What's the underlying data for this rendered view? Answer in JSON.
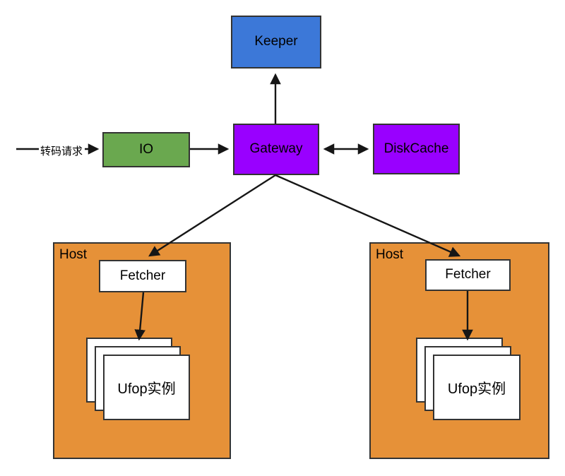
{
  "diagram": {
    "input_label": "转码请求",
    "nodes": {
      "keeper": {
        "label": "Keeper",
        "fill": "#3c78d8"
      },
      "io": {
        "label": "IO",
        "fill": "#6aa84f"
      },
      "gateway": {
        "label": "Gateway",
        "fill": "#9900ff"
      },
      "diskcache": {
        "label": "DiskCache",
        "fill": "#9900ff"
      },
      "host_left": {
        "label": "Host",
        "fill": "#e69138"
      },
      "host_right": {
        "label": "Host",
        "fill": "#e69138"
      },
      "fetcher_left": {
        "label": "Fetcher",
        "fill": "#ffffff"
      },
      "fetcher_right": {
        "label": "Fetcher",
        "fill": "#ffffff"
      },
      "ufop_left": {
        "label": "Ufop实例",
        "fill": "#ffffff",
        "stack_count": 3
      },
      "ufop_right": {
        "label": "Ufop实例",
        "fill": "#ffffff",
        "stack_count": 3
      }
    },
    "edges": [
      {
        "from": "转码请求",
        "to": "IO",
        "type": "arrow"
      },
      {
        "from": "IO",
        "to": "Gateway",
        "type": "arrow"
      },
      {
        "from": "Gateway",
        "to": "Keeper",
        "type": "arrow"
      },
      {
        "from": "Gateway",
        "to": "DiskCache",
        "type": "double-arrow"
      },
      {
        "from": "Gateway",
        "to": "Fetcher (left host)",
        "type": "arrow"
      },
      {
        "from": "Gateway",
        "to": "Fetcher (right host)",
        "type": "arrow"
      },
      {
        "from": "Fetcher (left host)",
        "to": "Ufop实例 (left host)",
        "type": "arrow"
      },
      {
        "from": "Fetcher (right host)",
        "to": "Ufop实例 (right host)",
        "type": "arrow"
      }
    ],
    "colors": {
      "keeper_blue": "#3c78d8",
      "io_green": "#6aa84f",
      "purple": "#9900ff",
      "host_orange": "#e69138",
      "border": "#333333",
      "arrow": "#161616"
    }
  }
}
